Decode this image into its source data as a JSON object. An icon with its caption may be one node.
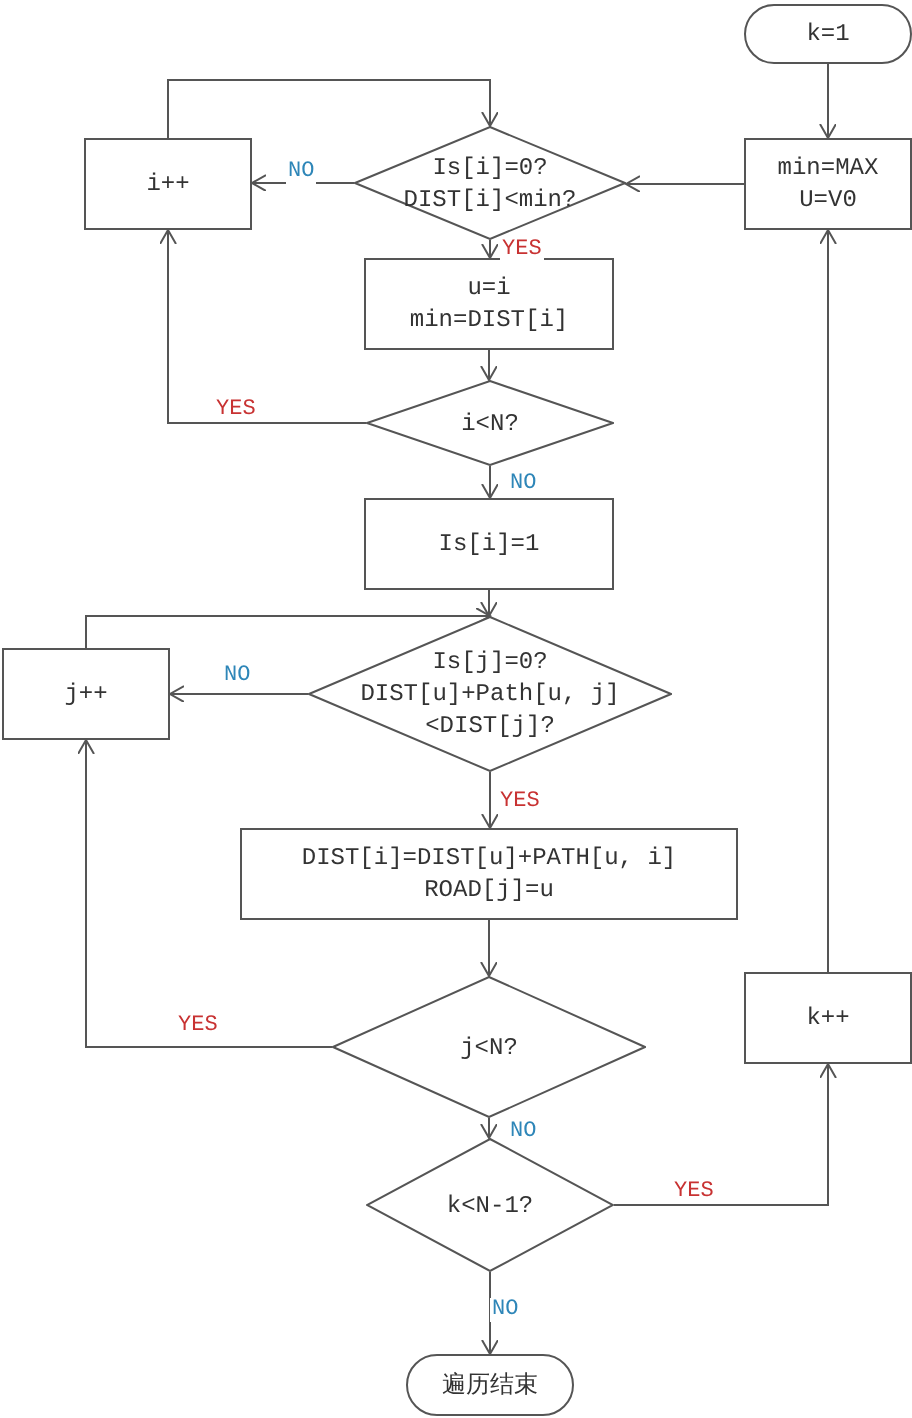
{
  "diagram": {
    "nodes": [
      {
        "text": [
          "k=1"
        ]
      },
      {
        "text": [
          "min=MAX U=V0"
        ]
      },
      {
        "text": [
          "Is[i]=0? DIST[i]<min?"
        ]
      },
      {
        "text": [
          "i++"
        ]
      },
      {
        "text": [
          "u=i min=DIST[i]"
        ]
      },
      {
        "text": [
          "i<N?"
        ]
      },
      {
        "text": [
          "Is[i]=1"
        ]
      },
      {
        "text": [
          "Is[j]=0? DIST[u]+Path[u, j] <DIST[j]?"
        ]
      },
      {
        "text": [
          "j++"
        ]
      },
      {
        "text": [
          "DIST[i]=DIST[u]+PATH[u, i] ROAD[j]=u"
        ]
      },
      {
        "text": [
          "j<N?"
        ]
      },
      {
        "text": [
          "k<N-1?"
        ]
      },
      {
        "text": [
          "k++"
        ]
      },
      {
        "text": [
          "遍历结束"
        ]
      }
    ],
    "edges": [
      {
        "from": 0,
        "to": 1,
        "arrow": "to"
      },
      {
        "from": 1,
        "to": 2,
        "arrow": "to"
      },
      {
        "from": 2,
        "to": 3,
        "arrow": "to",
        "label": "NO"
      },
      {
        "from": 2,
        "to": 4,
        "arrow": "to",
        "label": "YES"
      },
      {
        "from": 3,
        "to": 2,
        "arrow": "to"
      },
      {
        "from": 4,
        "to": 5,
        "arrow": "to"
      },
      {
        "from": 5,
        "to": 3,
        "arrow": "to",
        "label": "YES"
      },
      {
        "from": 5,
        "to": 6,
        "arrow": "to",
        "label": "NO"
      },
      {
        "from": 6,
        "to": 7,
        "arrow": "to"
      },
      {
        "from": 7,
        "to": 8,
        "arrow": "to",
        "label": "NO"
      },
      {
        "from": 8,
        "to": 7,
        "arrow": "to"
      },
      {
        "from": 7,
        "to": 9,
        "arrow": "to",
        "label": "YES"
      },
      {
        "from": 9,
        "to": 10,
        "arrow": "to"
      },
      {
        "from": 10,
        "to": 8,
        "arrow": "to",
        "label": "YES"
      },
      {
        "from": 10,
        "to": 11,
        "arrow": "to",
        "label": "NO"
      },
      {
        "from": 11,
        "to": 12,
        "arrow": "to",
        "label": "YES"
      },
      {
        "from": 12,
        "to": 1,
        "arrow": "to"
      },
      {
        "from": 11,
        "to": 13,
        "arrow": "to",
        "label": "NO"
      }
    ]
  }
}
